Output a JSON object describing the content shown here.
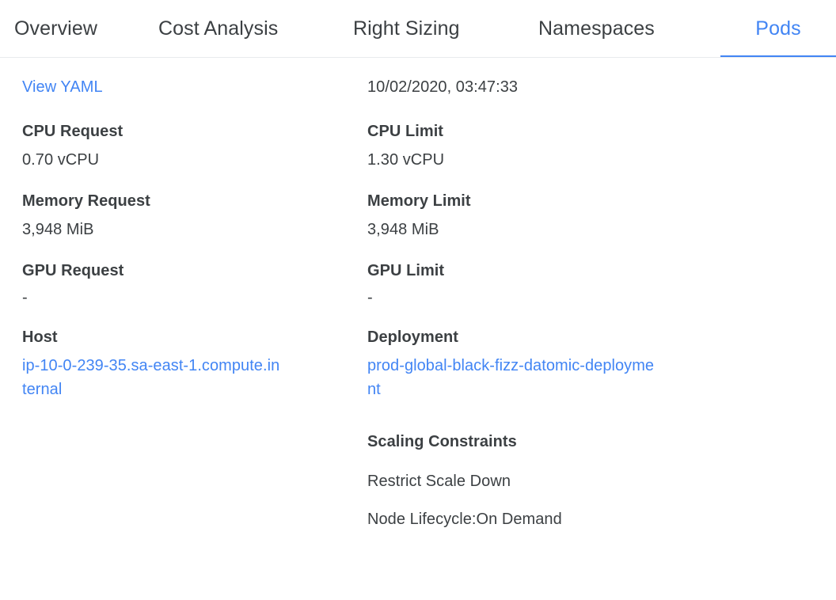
{
  "colors": {
    "accent": "#4285f4",
    "text": "#3c4043",
    "divider": "#e8eaed",
    "background": "#ffffff"
  },
  "tabs": [
    {
      "label": "Overview",
      "active": false
    },
    {
      "label": "Cost Analysis",
      "active": false
    },
    {
      "label": "Right Sizing",
      "active": false
    },
    {
      "label": "Namespaces",
      "active": false
    },
    {
      "label": "Pods",
      "active": true
    }
  ],
  "detail": {
    "view_yaml_label": "View YAML",
    "timestamp": "10/02/2020, 03:47:33",
    "left": {
      "cpu_request_label": "CPU Request",
      "cpu_request_value": "0.70 vCPU",
      "memory_request_label": "Memory Request",
      "memory_request_value": "3,948 MiB",
      "gpu_request_label": "GPU Request",
      "gpu_request_value": "-",
      "host_label": "Host",
      "host_value": "ip-10-0-239-35.sa-east-1.compute.internal"
    },
    "right": {
      "cpu_limit_label": "CPU Limit",
      "cpu_limit_value": "1.30 vCPU",
      "memory_limit_label": "Memory Limit",
      "memory_limit_value": "3,948 MiB",
      "gpu_limit_label": "GPU Limit",
      "gpu_limit_value": "-",
      "deployment_label": "Deployment",
      "deployment_value": "prod-global-black-fizz-datomic-deployment",
      "scaling_constraints_label": "Scaling Constraints",
      "scaling_constraints": [
        "Restrict Scale Down",
        "Node Lifecycle:On Demand"
      ]
    }
  }
}
